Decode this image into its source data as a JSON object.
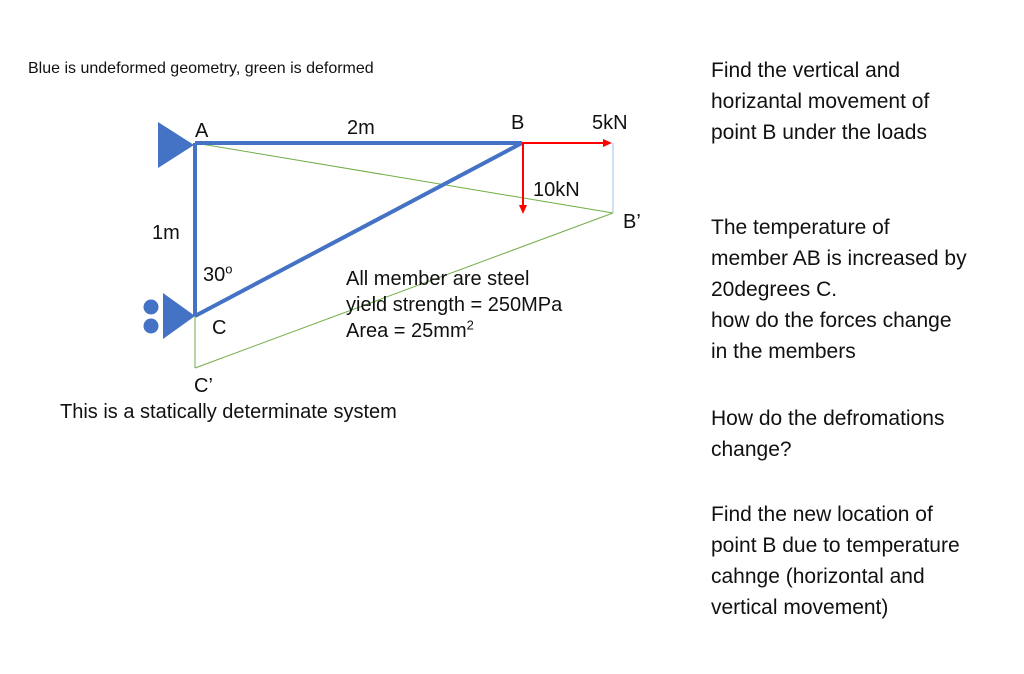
{
  "caption": "Blue is undeformed geometry, green is deformed",
  "labels": {
    "A": "A",
    "B": "B",
    "C": "C",
    "B_prime": "B’",
    "C_prime": "C’",
    "span_AB": "2m",
    "height_AC": "1m",
    "angle": "30",
    "angle_unit": "o",
    "load_horizontal": "5kN",
    "load_vertical": "10kN"
  },
  "material_note": {
    "line1": "All member are steel",
    "line2": "yield strength = 250MPa",
    "line3_prefix": "Area = 25mm",
    "line3_sup": "2"
  },
  "statically_note": "This is a statically determinate system",
  "questions": {
    "q1": [
      "Find the vertical and",
      "horizantal movement of",
      "point B under the loads"
    ],
    "q2": [
      "The temperature of",
      "member AB is increased by",
      "20degrees C.",
      "how do the forces change",
      "in the members"
    ],
    "q3": [
      "How do the defromations",
      "change?"
    ],
    "q4": [
      "Find the new location of",
      "point B due to temperature",
      "cahnge (horizontal and",
      "vertical movement)"
    ]
  },
  "colors": {
    "undeformed": "#4472C4",
    "deformed": "#70AD47",
    "load": "#FF0000",
    "support": "#4472C4"
  }
}
